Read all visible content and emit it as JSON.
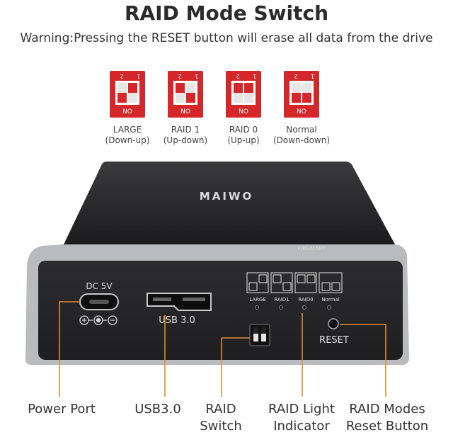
{
  "header": {
    "title": "RAID Mode Switch",
    "warning": "Warning:Pressing the RESET button will erase all data from the drive"
  },
  "dip_switches": [
    {
      "name": "LARGE",
      "detail": "(Down-up)",
      "numbers": "1 2",
      "off_label": "NO",
      "sw1": "down",
      "sw2": "up"
    },
    {
      "name": "RAID 1",
      "detail": "(Up-down)",
      "numbers": "1 2",
      "off_label": "NO",
      "sw1": "up",
      "sw2": "down"
    },
    {
      "name": "RAID 0",
      "detail": "(Up-up)",
      "numbers": "1 2",
      "off_label": "NO",
      "sw1": "up",
      "sw2": "up"
    },
    {
      "name": "Normal",
      "detail": "(Down-down)",
      "numbers": "1 2",
      "off_label": "NO",
      "sw1": "down",
      "sw2": "down"
    }
  ],
  "device": {
    "brand": "MAIWO",
    "model": "FIRSMART",
    "dc_label": "DC 5V",
    "usb_label": "USB 3.0",
    "reset_label": "RESET",
    "panel_modes": [
      "LARGE",
      "RAID1",
      "RAID0",
      "Normal"
    ]
  },
  "callouts": [
    {
      "line1": "Power Port",
      "line2": ""
    },
    {
      "line1": "USB3.0",
      "line2": ""
    },
    {
      "line1": "RAID",
      "line2": "Switch"
    },
    {
      "line1": "RAID Light",
      "line2": "Indicator"
    },
    {
      "line1": "RAID Modes",
      "line2": "Reset Button"
    }
  ],
  "colors": {
    "accent_red": "#d5272a",
    "callout_line": "#e08a2e",
    "device_body": "#2b2b2d"
  }
}
